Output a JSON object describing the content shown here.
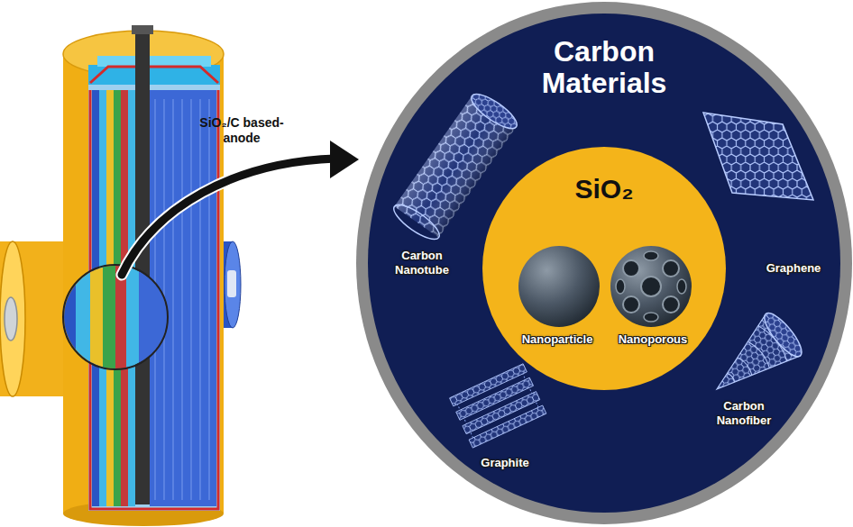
{
  "diagram": {
    "nodes": [
      {
        "text": [
          "Carbon Materials"
        ]
      },
      {
        "text": [
          "SiO₂",
          "Nanoparticle",
          "Nanoporous"
        ],
        "in": 0
      }
    ],
    "labels": [
      "SiO₂/C based-anode",
      "Carbon Nanotube",
      "Graphene",
      "Graphite",
      "Carbon Nanofiber"
    ]
  }
}
